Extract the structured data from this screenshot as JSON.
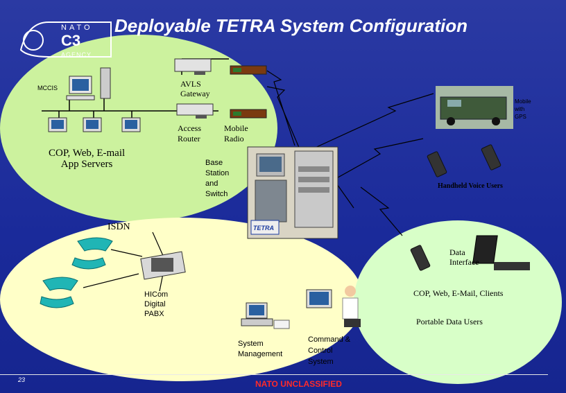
{
  "title": "Deployable TETRA System Configuration",
  "logo": {
    "line1": "NATO",
    "line2": "C3",
    "line3": "AGENCY"
  },
  "labels": {
    "mccis": "MCCIS",
    "avls_gateway": "AVLS\nGateway",
    "access_router": "Access\nRouter",
    "mobile_radio": "Mobile\nRadio",
    "mobile_gps": "Mobile\nwith\nGPS",
    "app_servers": "COP, Web, E-mail\nApp Servers",
    "base_station": "Base\nStation\nand\nSwitch",
    "handheld_voice": "Handheld Voice Users",
    "isdn": "ISDN",
    "data_interface": "Data\nInterface",
    "hicom": "HICom\nDigital\nPABX",
    "cop_clients": "COP, Web, E-Mail, Clients",
    "portable_data": "Portable Data Users",
    "system_management": "System\nManagement",
    "command_control": "Command &\nControl\nSystem",
    "tetra_logo": "TETRA"
  },
  "footer": {
    "page_number": "23",
    "classification": "NATO UNCLASSIFIED"
  },
  "colors": {
    "background": "#1a2a9a",
    "ellipse_top": "#ccf29e",
    "ellipse_bottom": "#ffffc8",
    "ellipse_right": "#d8ffc8",
    "title": "#ffffff",
    "classification": "#ff2a2a"
  }
}
